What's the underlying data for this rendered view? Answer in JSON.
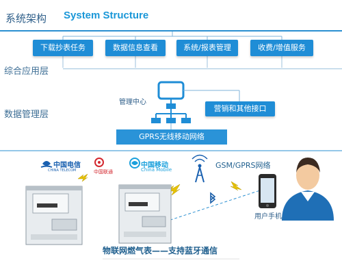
{
  "header": {
    "title_zh": "系统架构",
    "title_en": "System Structure"
  },
  "tiers": {
    "app": "综合应用层",
    "data": "数据管理层"
  },
  "app_buttons": [
    "下载抄表任务",
    "数据信息查看",
    "系统/报表管理",
    "收费/增值服务"
  ],
  "mgmt": {
    "center": "管理中心",
    "interface": "营销和其他接口",
    "network": "GPRS无线移动网络"
  },
  "carriers": {
    "telecom_zh": "中国电信",
    "telecom_en": "CHINA TELECOM",
    "unicom_zh": "中国联通",
    "mobile_zh": "中国移动",
    "mobile_en": "China Mobile"
  },
  "field": {
    "gsm": "GSM/GPRS网络",
    "phone": "用户手机",
    "caption": "物联网燃气表——支持蓝牙通信"
  },
  "colors": {
    "accent": "#1f8dd6",
    "line": "#2a8fd1",
    "lightning": "#e8c200"
  }
}
